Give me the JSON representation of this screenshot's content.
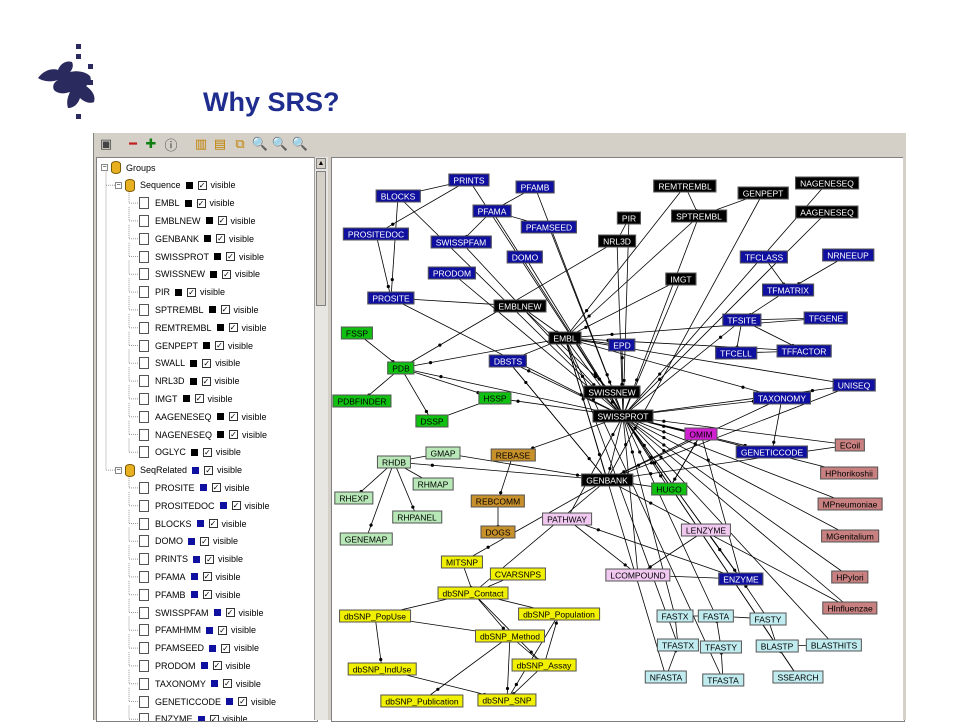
{
  "slide": {
    "title": "Why SRS?"
  },
  "colors": {
    "title": "#1f2d8f",
    "logo": "#2a2a5e"
  },
  "toolbar": {
    "icons": [
      "save-icon",
      "remove-icon",
      "add-icon",
      "info-icon",
      "book-icon",
      "split-icon",
      "layers-icon",
      "zoom-out-icon",
      "zoom-icon",
      "zoom-in-icon"
    ],
    "glyphs": [
      "▣",
      "━",
      "✚",
      "ⓘ",
      "▥",
      "▤",
      "⧉",
      "🔍",
      "🔍",
      "🔍"
    ]
  },
  "tree": {
    "root": "Groups",
    "groups": [
      {
        "name": "Sequence",
        "color": "#000000",
        "visible_label": "visible",
        "items": [
          "EMBL",
          "EMBLNEW",
          "GENBANK",
          "SWISSPROT",
          "SWISSNEW",
          "PIR",
          "SPTREMBL",
          "REMTREMBL",
          "GENPEPT",
          "SWALL",
          "NRL3D",
          "IMGT",
          "AAGENESEQ",
          "NAGENESEQ",
          "OGLYC"
        ]
      },
      {
        "name": "SeqRelated",
        "color": "#1010a0",
        "visible_label": "visible",
        "items": [
          "PROSITE",
          "PROSITEDOC",
          "BLOCKS",
          "DOMO",
          "PRINTS",
          "PFAMA",
          "PFAMB",
          "SWISSPFAM",
          "PFAMHMM",
          "PFAMSEED",
          "PRODOM",
          "TAXONOMY",
          "GENETICCODE",
          "ENZYME"
        ]
      }
    ],
    "item_visible_label": "visible",
    "checkmark": "✓"
  },
  "graph": {
    "nodes": [
      {
        "id": "PRINTS",
        "cls": "n-blue"
      },
      {
        "id": "BLOCKS",
        "cls": "n-blue"
      },
      {
        "id": "PFAMB",
        "cls": "n-blue"
      },
      {
        "id": "PFAMA",
        "cls": "n-blue"
      },
      {
        "id": "PFAMSEED",
        "cls": "n-blue"
      },
      {
        "id": "PROSITEDOC",
        "cls": "n-blue"
      },
      {
        "id": "SWISSPFAM",
        "cls": "n-blue"
      },
      {
        "id": "DOMO",
        "cls": "n-blue"
      },
      {
        "id": "PRODOM",
        "cls": "n-blue"
      },
      {
        "id": "PROSITE",
        "cls": "n-blue"
      },
      {
        "id": "REMTREMBL",
        "cls": "n-black"
      },
      {
        "id": "GENPEPT",
        "cls": "n-black"
      },
      {
        "id": "NAGENESEQ",
        "cls": "n-black"
      },
      {
        "id": "AAGENESEQ",
        "cls": "n-black"
      },
      {
        "id": "PIR",
        "cls": "n-black"
      },
      {
        "id": "SPTREMBL",
        "cls": "n-black"
      },
      {
        "id": "NRL3D",
        "cls": "n-black"
      },
      {
        "id": "IMGT",
        "cls": "n-black"
      },
      {
        "id": "EMBLNEW",
        "cls": "n-black"
      },
      {
        "id": "EMBL",
        "cls": "n-black"
      },
      {
        "id": "SWISSNEW",
        "cls": "n-black"
      },
      {
        "id": "SWISSPROT",
        "cls": "n-black"
      },
      {
        "id": "GENBANK",
        "cls": "n-black"
      },
      {
        "id": "TFCLASS",
        "cls": "n-blue"
      },
      {
        "id": "NRNEEUP",
        "cls": "n-blue"
      },
      {
        "id": "TFMATRIX",
        "cls": "n-blue"
      },
      {
        "id": "TFSITE",
        "cls": "n-blue"
      },
      {
        "id": "TFGENE",
        "cls": "n-blue"
      },
      {
        "id": "TFCELL",
        "cls": "n-blue"
      },
      {
        "id": "TFFACTOR",
        "cls": "n-blue"
      },
      {
        "id": "UNISEQ",
        "cls": "n-blue"
      },
      {
        "id": "TAXONOMY",
        "cls": "n-blue"
      },
      {
        "id": "GENETICCODE",
        "cls": "n-blue"
      },
      {
        "id": "EPD",
        "cls": "n-blue"
      },
      {
        "id": "DBSTS",
        "cls": "n-blue"
      },
      {
        "id": "ENZYME",
        "cls": "n-blue"
      },
      {
        "id": "FSSP",
        "cls": "n-green"
      },
      {
        "id": "PDB",
        "cls": "n-green"
      },
      {
        "id": "PDBFINDER",
        "cls": "n-green"
      },
      {
        "id": "HSSP",
        "cls": "n-green"
      },
      {
        "id": "DSSP",
        "cls": "n-green"
      },
      {
        "id": "HUGO",
        "cls": "n-green"
      },
      {
        "id": "RHDB",
        "cls": "n-lgreen"
      },
      {
        "id": "GMAP",
        "cls": "n-lgreen"
      },
      {
        "id": "RHMAP",
        "cls": "n-lgreen"
      },
      {
        "id": "RHEXP",
        "cls": "n-lgreen"
      },
      {
        "id": "RHPANEL",
        "cls": "n-lgreen"
      },
      {
        "id": "GENEMAP",
        "cls": "n-lgreen"
      },
      {
        "id": "REBASE",
        "cls": "n-tan"
      },
      {
        "id": "REBCOMM",
        "cls": "n-tan"
      },
      {
        "id": "DOGS",
        "cls": "n-tan"
      },
      {
        "id": "PATHWAY",
        "cls": "n-pink"
      },
      {
        "id": "LCOMPOUND",
        "cls": "n-pink"
      },
      {
        "id": "LENZYME",
        "cls": "n-pink"
      },
      {
        "id": "OMIM",
        "cls": "n-magenta"
      },
      {
        "id": "ECoil",
        "cls": "n-brown"
      },
      {
        "id": "HPhorikoshii",
        "cls": "n-brown"
      },
      {
        "id": "MPneumoniae",
        "cls": "n-brown"
      },
      {
        "id": "MGenitalium",
        "cls": "n-brown"
      },
      {
        "id": "HPylori",
        "cls": "n-brown"
      },
      {
        "id": "HInfluenzae",
        "cls": "n-brown"
      },
      {
        "id": "MITSNP",
        "cls": "n-yellow"
      },
      {
        "id": "CVARSNPS",
        "cls": "n-yellow"
      },
      {
        "id": "dbSNP_Contact",
        "cls": "n-yellow"
      },
      {
        "id": "dbSNP_PopUse",
        "cls": "n-yellow"
      },
      {
        "id": "dbSNP_Population",
        "cls": "n-yellow"
      },
      {
        "id": "dbSNP_Method",
        "cls": "n-yellow"
      },
      {
        "id": "dbSNP_IndUse",
        "cls": "n-yellow"
      },
      {
        "id": "dbSNP_Assay",
        "cls": "n-yellow"
      },
      {
        "id": "dbSNP_Publication",
        "cls": "n-yellow"
      },
      {
        "id": "dbSNP_SNP",
        "cls": "n-yellow"
      },
      {
        "id": "FASTX",
        "cls": "n-cyan"
      },
      {
        "id": "FASTA",
        "cls": "n-cyan"
      },
      {
        "id": "FASTY",
        "cls": "n-cyan"
      },
      {
        "id": "TFASTX",
        "cls": "n-cyan"
      },
      {
        "id": "TFASTY",
        "cls": "n-cyan"
      },
      {
        "id": "BLASTP",
        "cls": "n-cyan"
      },
      {
        "id": "BLASTHITS",
        "cls": "n-cyan"
      },
      {
        "id": "NFASTA",
        "cls": "n-cyan"
      },
      {
        "id": "TFASTA",
        "cls": "n-cyan"
      },
      {
        "id": "SSEARCH",
        "cls": "n-cyan"
      }
    ],
    "edges": [
      [
        "PRINTS",
        "BLOCKS"
      ],
      [
        "PRINTS",
        "PROSITEDOC"
      ],
      [
        "PRINTS",
        "SWISSPROT"
      ],
      [
        "BLOCKS",
        "PROSITE"
      ],
      [
        "BLOCKS",
        "SWISSPROT"
      ],
      [
        "PFAMB",
        "PFAMA"
      ],
      [
        "PFAMB",
        "SWISSPROT"
      ],
      [
        "PFAMA",
        "PFAMSEED"
      ],
      [
        "PFAMA",
        "SWISSPFAM"
      ],
      [
        "PFAMA",
        "SWISSPROT"
      ],
      [
        "PFAMSEED",
        "SWISSPROT"
      ],
      [
        "PROSITEDOC",
        "PROSITE"
      ],
      [
        "SWISSPFAM",
        "SWISSPROT"
      ],
      [
        "DOMO",
        "SWISSPROT"
      ],
      [
        "PRODOM",
        "SWISSPROT"
      ],
      [
        "PROSITE",
        "SWISSPROT"
      ],
      [
        "PROSITE",
        "EMBLNEW"
      ],
      [
        "REMTREMBL",
        "SPTREMBL"
      ],
      [
        "REMTREMBL",
        "EMBL"
      ],
      [
        "GENPEPT",
        "GENBANK"
      ],
      [
        "GENPEPT",
        "SPTREMBL"
      ],
      [
        "NAGENESEQ",
        "SWISSPROT"
      ],
      [
        "AAGENESEQ",
        "SWISSPROT"
      ],
      [
        "PIR",
        "SWISSPROT"
      ],
      [
        "PIR",
        "NRL3D"
      ],
      [
        "SPTREMBL",
        "EMBL"
      ],
      [
        "SPTREMBL",
        "SWISSPROT"
      ],
      [
        "NRL3D",
        "PDB"
      ],
      [
        "NRL3D",
        "SWISSPROT"
      ],
      [
        "IMGT",
        "EMBL"
      ],
      [
        "IMGT",
        "SWISSPROT"
      ],
      [
        "EMBLNEW",
        "EMBL"
      ],
      [
        "EMBLNEW",
        "SWISSNEW"
      ],
      [
        "EMBL",
        "SWISSPROT"
      ],
      [
        "EMBL",
        "GENBANK"
      ],
      [
        "EMBL",
        "EPD"
      ],
      [
        "EMBL",
        "DBSTS"
      ],
      [
        "EMBL",
        "PDB"
      ],
      [
        "EMBL",
        "TAXONOMY"
      ],
      [
        "SWISSNEW",
        "SWISSPROT"
      ],
      [
        "SWISSPROT",
        "GENBANK"
      ],
      [
        "SWISSPROT",
        "PDB"
      ],
      [
        "SWISSPROT",
        "HSSP"
      ],
      [
        "SWISSPROT",
        "OMIM"
      ],
      [
        "SWISSPROT",
        "TAXONOMY"
      ],
      [
        "SWISSPROT",
        "ENZYME"
      ],
      [
        "SWISSPROT",
        "TFSITE"
      ],
      [
        "SWISSPROT",
        "UNISEQ"
      ],
      [
        "SWISSPROT",
        "GENETICCODE"
      ],
      [
        "SWISSPROT",
        "HUGO"
      ],
      [
        "SWISSPROT",
        "REBASE"
      ],
      [
        "SWISSPROT",
        "EPD"
      ],
      [
        "SWISSPROT",
        "DBSTS"
      ],
      [
        "TFCLASS",
        "TFMATRIX"
      ],
      [
        "NRNEEUP",
        "TFMATRIX"
      ],
      [
        "TFMATRIX",
        "TFSITE"
      ],
      [
        "TFSITE",
        "TFGENE"
      ],
      [
        "TFSITE",
        "TFCELL"
      ],
      [
        "TFSITE",
        "TFFACTOR"
      ],
      [
        "TFFACTOR",
        "TFCELL"
      ],
      [
        "TFFACTOR",
        "EMBL"
      ],
      [
        "TFGENE",
        "EMBL"
      ],
      [
        "UNISEQ",
        "EMBL"
      ],
      [
        "UNISEQ",
        "GENBANK"
      ],
      [
        "TAXONOMY",
        "GENETICCODE"
      ],
      [
        "TAXONOMY",
        "GENBANK"
      ],
      [
        "FSSP",
        "PDB"
      ],
      [
        "PDB",
        "PDBFINDER"
      ],
      [
        "PDB",
        "HSSP"
      ],
      [
        "PDB",
        "DSSP"
      ],
      [
        "HSSP",
        "DSSP"
      ],
      [
        "GENBANK",
        "HUGO"
      ],
      [
        "GENBANK",
        "RHDB"
      ],
      [
        "GENBANK",
        "DBSTS"
      ],
      [
        "GENBANK",
        "MITSNP"
      ],
      [
        "GENBANK",
        "dbSNP_Contact"
      ],
      [
        "OMIM",
        "HUGO"
      ],
      [
        "OMIM",
        "GENBANK"
      ],
      [
        "RHDB",
        "GMAP"
      ],
      [
        "RHDB",
        "RHMAP"
      ],
      [
        "RHDB",
        "RHEXP"
      ],
      [
        "RHDB",
        "RHPANEL"
      ],
      [
        "RHDB",
        "GENEMAP"
      ],
      [
        "GMAP",
        "GENBANK"
      ],
      [
        "REBASE",
        "REBCOMM"
      ],
      [
        "REBCOMM",
        "DOGS"
      ],
      [
        "PATHWAY",
        "LCOMPOUND"
      ],
      [
        "LENZYME",
        "ENZYME"
      ],
      [
        "LENZYME",
        "LCOMPOUND"
      ],
      [
        "ENZYME",
        "LCOMPOUND"
      ],
      [
        "ENZYME",
        "SWISSPROT"
      ],
      [
        "ENZYME",
        "OMIM"
      ],
      [
        "ENZYME",
        "PATHWAY"
      ],
      [
        "ECoil",
        "SWISSPROT"
      ],
      [
        "HPhorikoshii",
        "SWISSPROT"
      ],
      [
        "MPneumoniae",
        "SWISSPROT"
      ],
      [
        "MGenitalium",
        "SWISSPROT"
      ],
      [
        "HPylori",
        "SWISSPROT"
      ],
      [
        "HInfluenzae",
        "SWISSPROT"
      ],
      [
        "ECoil",
        "GENBANK"
      ],
      [
        "HInfluenzae",
        "GENBANK"
      ],
      [
        "MITSNP",
        "dbSNP_Contact"
      ],
      [
        "CVARSNPS",
        "dbSNP_Contact"
      ],
      [
        "dbSNP_Contact",
        "dbSNP_PopUse"
      ],
      [
        "dbSNP_Contact",
        "dbSNP_Population"
      ],
      [
        "dbSNP_Contact",
        "dbSNP_Method"
      ],
      [
        "dbSNP_Contact",
        "dbSNP_Assay"
      ],
      [
        "dbSNP_PopUse",
        "dbSNP_Method"
      ],
      [
        "dbSNP_PopUse",
        "dbSNP_IndUse"
      ],
      [
        "dbSNP_Method",
        "dbSNP_Assay"
      ],
      [
        "dbSNP_Method",
        "dbSNP_SNP"
      ],
      [
        "dbSNP_Method",
        "dbSNP_Publication"
      ],
      [
        "dbSNP_Assay",
        "dbSNP_SNP"
      ],
      [
        "dbSNP_IndUse",
        "dbSNP_SNP"
      ],
      [
        "dbSNP_Population",
        "dbSNP_SNP"
      ],
      [
        "dbSNP_Assay",
        "dbSNP_Population"
      ],
      [
        "FASTX",
        "FASTA"
      ],
      [
        "FASTA",
        "FASTY"
      ],
      [
        "FASTY",
        "ENZYME"
      ],
      [
        "TFASTX",
        "FASTX"
      ],
      [
        "TFASTY",
        "FASTA"
      ],
      [
        "BLASTP",
        "BLASTHITS"
      ],
      [
        "BLASTP",
        "FASTY"
      ],
      [
        "NFASTA",
        "TFASTX"
      ],
      [
        "TFASTA",
        "TFASTY"
      ],
      [
        "SSEARCH",
        "BLASTP"
      ],
      [
        "FASTX",
        "SWISSPROT"
      ],
      [
        "FASTA",
        "SWISSPROT"
      ],
      [
        "BLASTP",
        "SWISSPROT"
      ],
      [
        "SSEARCH",
        "SWISSPROT"
      ],
      [
        "NFASTA",
        "EMBL"
      ],
      [
        "TFASTA",
        "EMBL"
      ],
      [
        "TFASTX",
        "EMBL"
      ],
      [
        "BLASTHITS",
        "SWISSPROT"
      ],
      [
        "DBSTS",
        "GENBANK"
      ],
      [
        "EPD",
        "EMBL"
      ],
      [
        "HUGO",
        "OMIM"
      ],
      [
        "LCOMPOUND",
        "SWISSPROT"
      ],
      [
        "PATHWAY",
        "SWISSPROT"
      ]
    ]
  }
}
